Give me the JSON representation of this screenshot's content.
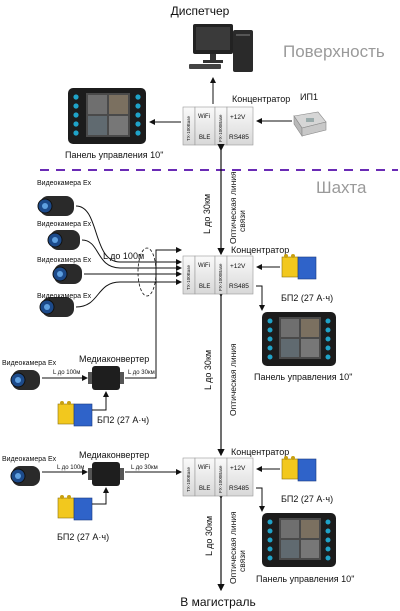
{
  "title_top": "Диспетчер",
  "title_bottom": "В магистраль",
  "zone_surface": "Поверхность",
  "zone_mine": "Шахта",
  "power_supply_1": "ИП1",
  "concentrator": "Концентратор",
  "control_panel": "Панель управления 10\"",
  "camera": "Видеокамера Ex",
  "media_converter": "Медиаконвертер",
  "battery": "БП2 (27 А·ч)",
  "optic_line_1": "Оптическая линия",
  "optic_line_2": "связи",
  "length_30km": "L до 30км",
  "length_100m_big": "L до 100м",
  "length_100m_small": "L до 100м",
  "length_30km_small": "L до 30км",
  "port_tx": "TX-100Base",
  "port_fx": "FX-1000Base",
  "port_wifi": "WiFi",
  "port_ble": "BLE",
  "port_12v": "+12V",
  "port_rs485": "RS485",
  "colors": {
    "dashed_line": "#6a2bb5",
    "battery_yellow": "#f2c81e",
    "battery_blue": "#2f63c9",
    "panel_dark": "#1c1c1c",
    "button_teal": "#1fa3c8"
  }
}
